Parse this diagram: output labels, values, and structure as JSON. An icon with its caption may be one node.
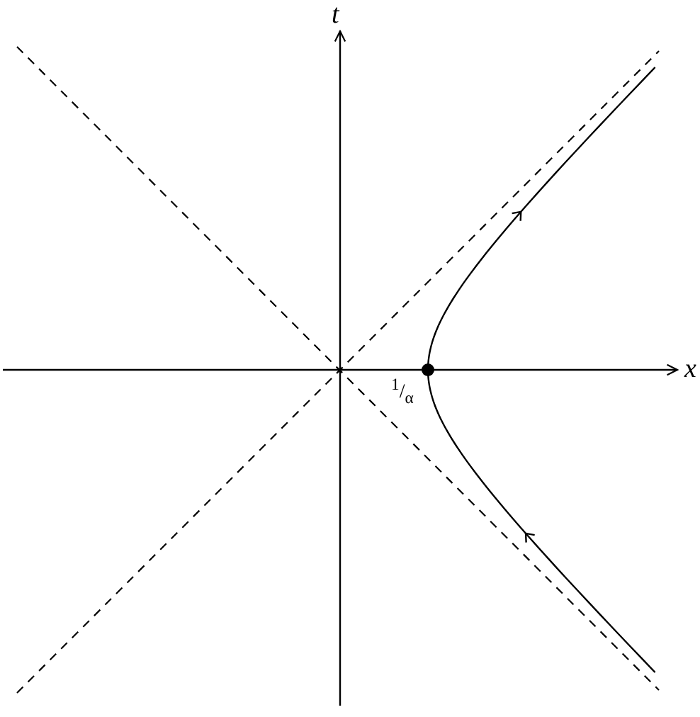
{
  "diagram": {
    "labels": [
      "t",
      "x",
      "$^{1}$/$_{α}$"
    ]
  }
}
